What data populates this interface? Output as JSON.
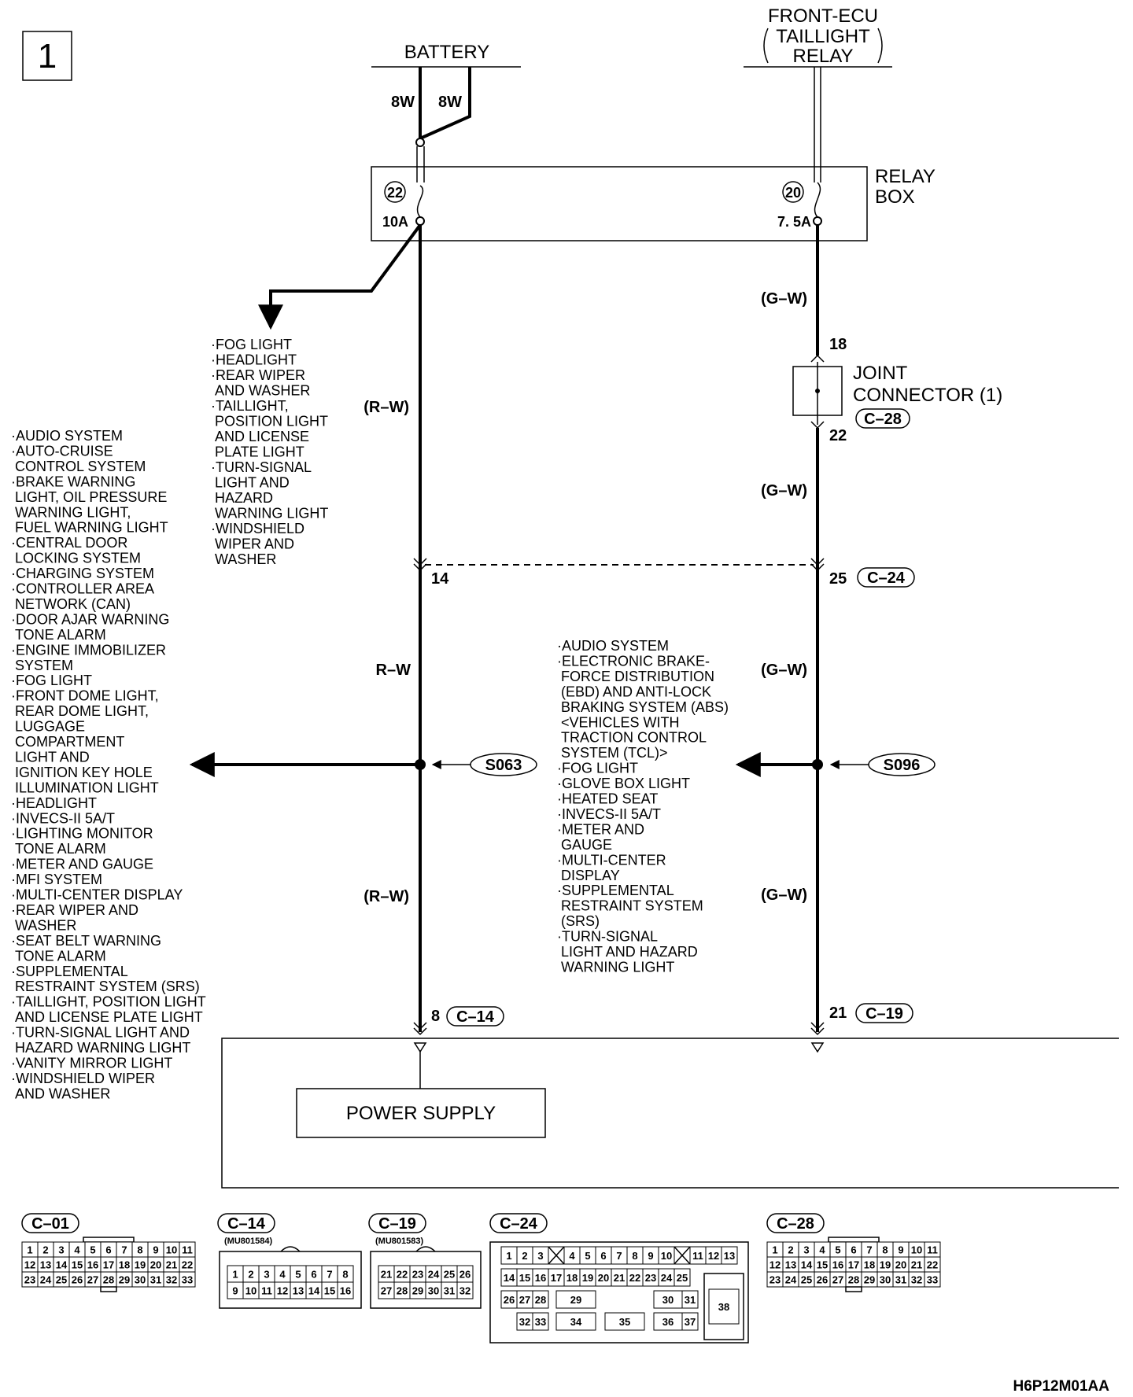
{
  "page": {
    "number": "1",
    "figure_code": "H6P12M01AA"
  },
  "sources": {
    "battery": "BATTERY",
    "front_ecu": [
      "FRONT-ECU",
      "TAILLIGHT",
      "RELAY"
    ]
  },
  "wire_sizes": {
    "left": "8W",
    "right": "8W"
  },
  "relay_box": {
    "label": [
      "RELAY",
      "BOX"
    ],
    "fuse_left": {
      "number": "22",
      "rating": "10A"
    },
    "fuse_right": {
      "number": "20",
      "rating": "7. 5A"
    }
  },
  "wire_colors": {
    "left_top": "(R–W)",
    "left_mid": "R–W",
    "left_bottom": "(R–W)",
    "right_top": "(G–W)",
    "right_mid1": "(G–W)",
    "right_mid2": "(G–W)",
    "right_bottom": "(G–W)"
  },
  "joint_connector": {
    "label": [
      "JOINT",
      "CONNECTOR (1)"
    ],
    "connector": "C–28",
    "pin_in": "18",
    "pin_out": "22"
  },
  "connectors": {
    "c24": {
      "id": "C–24",
      "pin_left": "14",
      "pin_right": "25"
    },
    "c14": {
      "id": "C–14",
      "pin": "8"
    },
    "c19": {
      "id": "C–19",
      "pin": "21"
    }
  },
  "splices": {
    "left": "S063",
    "right": "S096"
  },
  "lists": {
    "fuse22_branch": [
      "·FOG LIGHT",
      "·HEADLIGHT",
      "·REAR WIPER",
      " AND WASHER",
      "·TAILLIGHT,",
      " POSITION LIGHT",
      " AND LICENSE",
      " PLATE LIGHT",
      "·TURN-SIGNAL",
      " LIGHT AND",
      " HAZARD",
      " WARNING LIGHT",
      "·WINDSHIELD",
      " WIPER AND",
      " WASHER"
    ],
    "s063_branch": [
      "·AUDIO SYSTEM",
      "·AUTO-CRUISE",
      " CONTROL SYSTEM",
      "·BRAKE WARNING",
      " LIGHT, OIL PRESSURE",
      " WARNING LIGHT,",
      " FUEL WARNING LIGHT",
      "·CENTRAL DOOR",
      " LOCKING SYSTEM",
      "·CHARGING SYSTEM",
      "·CONTROLLER AREA",
      " NETWORK (CAN)",
      "·DOOR AJAR WARNING",
      " TONE ALARM",
      "·ENGINE IMMOBILIZER",
      " SYSTEM",
      "·FOG LIGHT",
      "·FRONT DOME LIGHT,",
      " REAR DOME LIGHT,",
      " LUGGAGE",
      " COMPARTMENT",
      " LIGHT AND",
      " IGNITION KEY HOLE",
      " ILLUMINATION LIGHT",
      "·HEADLIGHT",
      "·INVECS-II 5A/T",
      "·LIGHTING MONITOR",
      " TONE ALARM",
      "·METER AND GAUGE",
      "·MFI SYSTEM",
      "·MULTI-CENTER DISPLAY",
      "·REAR WIPER AND",
      " WASHER",
      "·SEAT BELT WARNING",
      " TONE ALARM",
      "·SUPPLEMENTAL",
      " RESTRAINT SYSTEM (SRS)",
      "·TAILLIGHT, POSITION LIGHT",
      " AND LICENSE PLATE LIGHT",
      "·TURN-SIGNAL LIGHT AND",
      " HAZARD WARNING LIGHT",
      "·VANITY MIRROR LIGHT",
      "·WINDSHIELD WIPER",
      " AND WASHER"
    ],
    "s096_branch": [
      "·AUDIO SYSTEM",
      "·ELECTRONIC BRAKE-",
      " FORCE DISTRIBUTION",
      " (EBD) AND ANTI-LOCK",
      " BRAKING SYSTEM (ABS)",
      " <VEHICLES WITH",
      " TRACTION CONTROL",
      " SYSTEM (TCL)>",
      "·FOG LIGHT",
      "·GLOVE BOX LIGHT",
      "·HEATED SEAT",
      "·INVECS-II 5A/T",
      "·METER AND",
      " GAUGE",
      "·MULTI-CENTER",
      " DISPLAY",
      "·SUPPLEMENTAL",
      " RESTRAINT SYSTEM",
      " (SRS)",
      "·TURN-SIGNAL",
      " LIGHT AND HAZARD",
      " WARNING LIGHT"
    ]
  },
  "power_supply": "POWER SUPPLY",
  "connector_views": {
    "c01": {
      "id": "C–01",
      "part": "",
      "rows": [
        [
          "1",
          "2",
          "3",
          "4",
          "5",
          "6",
          "7",
          "8",
          "9",
          "10",
          "11"
        ],
        [
          "12",
          "13",
          "14",
          "15",
          "16",
          "17",
          "18",
          "19",
          "20",
          "21",
          "22"
        ],
        [
          "23",
          "24",
          "25",
          "26",
          "27",
          "28",
          "29",
          "30",
          "31",
          "32",
          "33"
        ]
      ]
    },
    "c14": {
      "id": "C–14",
      "part": "(MU801584)",
      "rows": [
        [
          "1",
          "2",
          "3",
          "4",
          "5",
          "6",
          "7",
          "8"
        ],
        [
          "9",
          "10",
          "11",
          "12",
          "13",
          "14",
          "15",
          "16"
        ]
      ]
    },
    "c19": {
      "id": "C–19",
      "part": "(MU801583)",
      "rows": [
        [
          "21",
          "22",
          "23",
          "24",
          "25",
          "26"
        ],
        [
          "27",
          "28",
          "29",
          "30",
          "31",
          "32"
        ]
      ]
    },
    "c24": {
      "id": "C–24",
      "part": "",
      "row1": [
        "1",
        "2",
        "3",
        "",
        "4",
        "5",
        "6",
        "7",
        "8",
        "9",
        "10",
        "",
        "11",
        "12",
        "13"
      ],
      "row2": [
        "14",
        "15",
        "16",
        "17",
        "18",
        "19",
        "20",
        "21",
        "22",
        "23",
        "24",
        "25"
      ],
      "row3": [
        "26",
        "27",
        "28",
        "29",
        "30",
        "31"
      ],
      "row4": [
        "32",
        "33",
        "34",
        "35",
        "36",
        "37"
      ],
      "large": "38"
    },
    "c28": {
      "id": "C–28",
      "part": "",
      "rows": [
        [
          "1",
          "2",
          "3",
          "4",
          "5",
          "6",
          "7",
          "8",
          "9",
          "10",
          "11"
        ],
        [
          "12",
          "13",
          "14",
          "15",
          "16",
          "17",
          "18",
          "19",
          "20",
          "21",
          "22"
        ],
        [
          "23",
          "24",
          "25",
          "26",
          "27",
          "28",
          "29",
          "30",
          "31",
          "32",
          "33"
        ]
      ]
    }
  }
}
